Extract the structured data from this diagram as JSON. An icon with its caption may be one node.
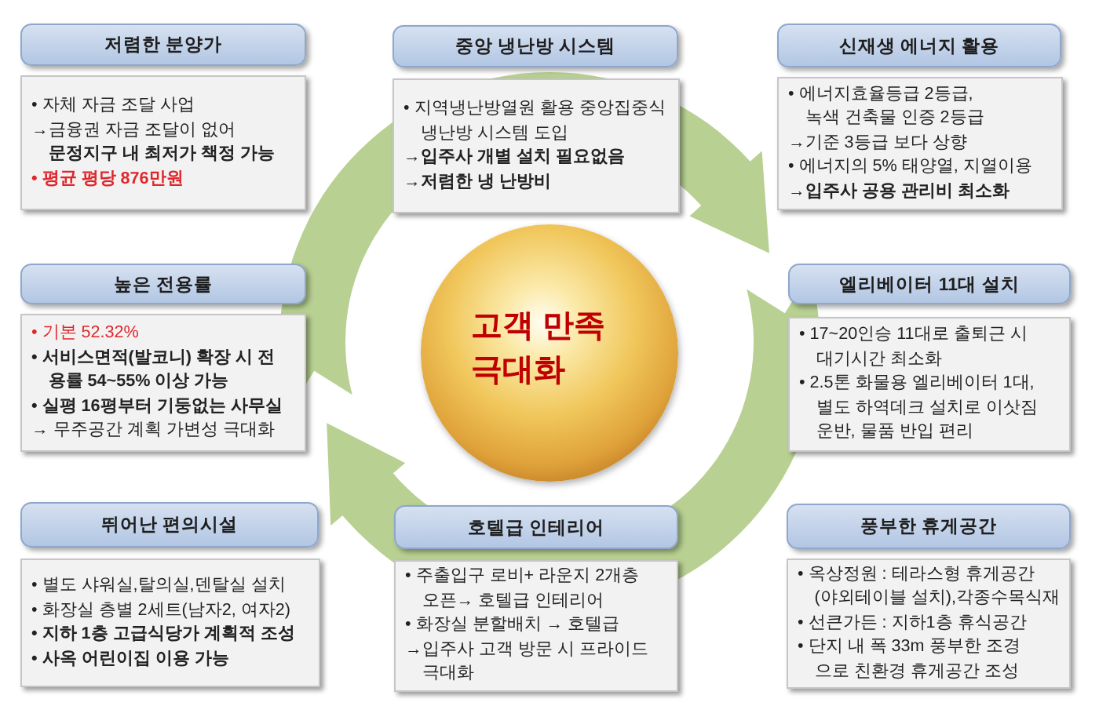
{
  "diagram": {
    "nodes": [
      {
        "text": [
          "저렴한 분양가"
        ]
      },
      {
        "text": [
          "• 자체 자금 조달 사업",
          "→금융권 자금 조달이 없어 **문정지구 내 최저가 책정 가능**",
          "• 평균 평당 876만원"
        ]
      },
      {
        "text": [
          "중앙 냉난방 시스템"
        ]
      },
      {
        "text": [
          "• 지역냉난방열원 활용 중앙집중식 냉난방 시스템 도입",
          "→입주사 개별 설치 필요없음",
          "→저렴한 냉 난방비"
        ]
      },
      {
        "text": [
          "신재생 에너지 활용"
        ]
      },
      {
        "text": [
          "• 에너지효율등급 2등급, 녹색 건축물 인증 2등급",
          "→기준 3등급 보다 상향",
          "• 에너지의 5% 태양열, 지열이용",
          "→입주사 공용 관리비 최소화"
        ]
      },
      {
        "text": [
          "높은 전용률"
        ]
      },
      {
        "text": [
          "• 기본 52.32%",
          "• 서비스면적(발코니) 확장 시 전용률 54~55% 이상 가능",
          "• 실평 16평부터 기둥없는 사무실",
          "→ 무주공간 계획 가변성 극대화"
        ]
      },
      {
        "text": [
          "고객 만족 극대화"
        ]
      },
      {
        "text": [
          "엘리베이터 11대 설치"
        ]
      },
      {
        "text": [
          "• 17~20인승 11대로 출퇴근 시 대기시간 최소화",
          "• 2.5톤 화물용 엘리베이터 1대, 별도 하역데크 설치로 이삿짐 운반, 물품 반입 편리"
        ]
      },
      {
        "text": [
          "뛰어난 편의시설"
        ]
      },
      {
        "text": [
          "• 별도 샤워실,탈의실,덴탈실 설치",
          "• 화장실 층별 2세트(남자2, 여자2)",
          "• 지하 1층 고급식당가 계획적 조성",
          "• 사옥 어린이집 이용 가능"
        ]
      },
      {
        "text": [
          "호텔급 인테리어"
        ]
      },
      {
        "text": [
          "• 주출입구 로비+ 라운지 2개층 오픈→ 호텔급 인테리어",
          "• 화장실 분할배치 → 호텔급",
          "→입주사 고객 방문 시 프라이드 극대화"
        ]
      },
      {
        "text": [
          "풍부한 휴게공간"
        ]
      },
      {
        "text": [
          "• 옥상정원 : 테라스형 휴게공간 (야외테이블 설치),각종수목식재",
          "• 선큰가든 : 지하1층 휴식공간",
          "• 단지 내 폭 33m 풍부한 조경으로 친환경 휴게공간 조성"
        ]
      }
    ]
  }
}
